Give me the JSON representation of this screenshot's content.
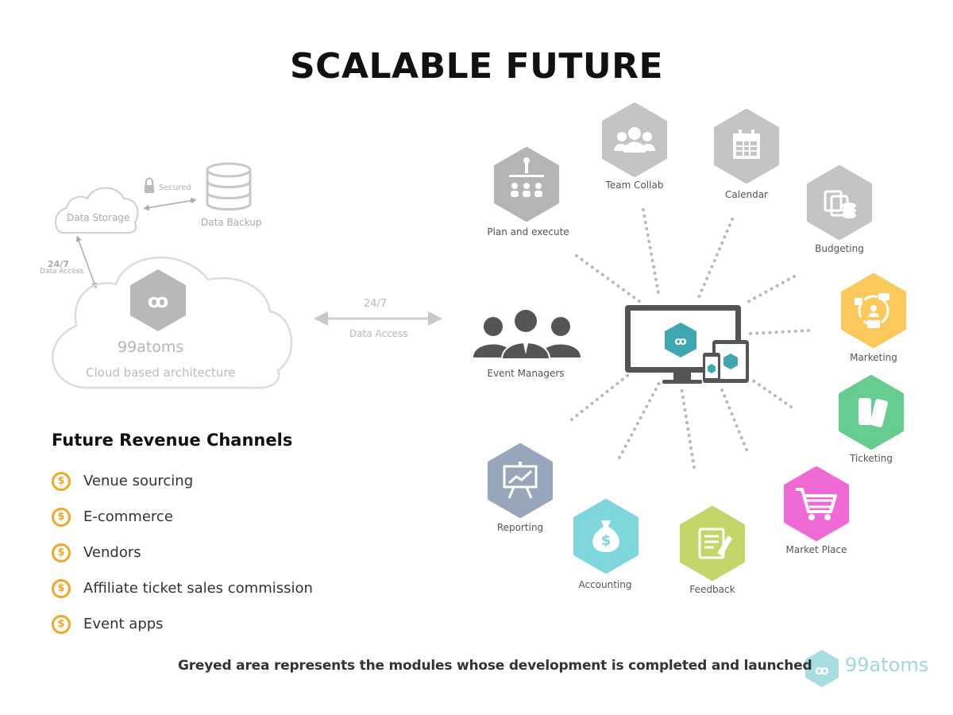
{
  "title": "SCALABLE FUTURE",
  "legacy": {
    "data_storage": "Data Storage",
    "secured": "Secured",
    "data_backup": "Data Backup",
    "access_247": "24/7",
    "access_sub": "Data Access",
    "brand": "99atoms",
    "architecture": "Cloud based architecture",
    "arrow_top": "24/7",
    "arrow_bottom": "Data Access"
  },
  "hub": {
    "event_managers": "Event Managers"
  },
  "modules": [
    {
      "name": "Plan and execute",
      "color": "#b5b5b5",
      "icon": "presentation-people-icon"
    },
    {
      "name": "Team Collab",
      "color": "#c4c4c4",
      "icon": "team-icon"
    },
    {
      "name": "Calendar",
      "color": "#c4c4c4",
      "icon": "calendar-icon"
    },
    {
      "name": "Budgeting",
      "color": "#c4c4c4",
      "icon": "coins-icon"
    },
    {
      "name": "Marketing",
      "color": "#fbc85c",
      "icon": "marketing-icon"
    },
    {
      "name": "Ticketing",
      "color": "#66cc8f",
      "icon": "ticket-icon"
    },
    {
      "name": "Market Place",
      "color": "#f06ad6",
      "icon": "cart-icon"
    },
    {
      "name": "Feedback",
      "color": "#c5d56a",
      "icon": "feedback-icon"
    },
    {
      "name": "Accounting",
      "color": "#7fd6dc",
      "icon": "money-bag-icon"
    },
    {
      "name": "Reporting",
      "color": "#98a6bb",
      "icon": "chart-board-icon"
    }
  ],
  "channels": {
    "heading": "Future Revenue Channels",
    "items": [
      "Venue sourcing",
      "E-commerce",
      "Vendors",
      "Affiliate ticket sales commission",
      "Event apps"
    ],
    "icon_color": "#f5a623"
  },
  "footer": {
    "note": "Greyed area represents the modules whose development  is completed and launched",
    "brand": "99atoms"
  }
}
